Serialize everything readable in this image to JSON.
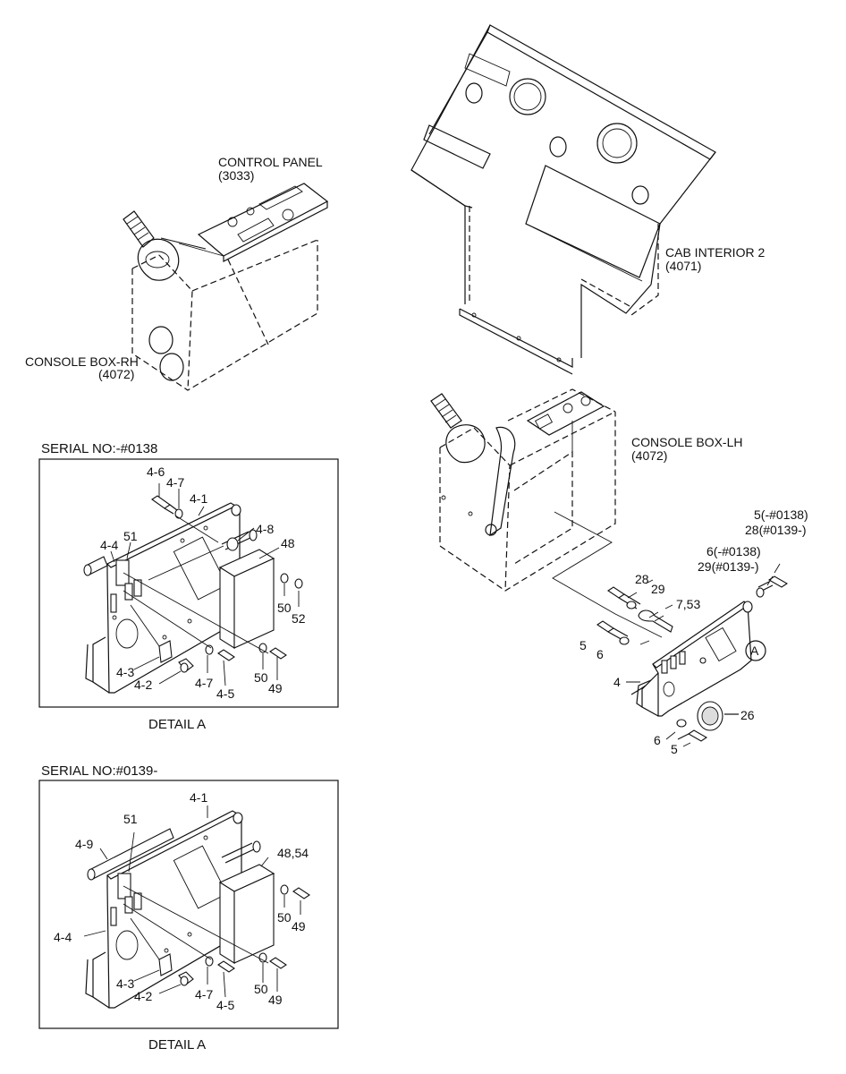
{
  "assemblies": {
    "control_panel": "CONTROL PANEL",
    "control_panel_ref": "(3033)",
    "console_box_rh": "CONSOLE BOX-RH",
    "console_box_rh_ref": "(4072)",
    "cab_interior": "CAB INTERIOR 2",
    "cab_interior_ref": "(4071)",
    "console_box_lh": "CONSOLE BOX-LH",
    "console_box_lh_ref": "(4072)"
  },
  "detail_marker": "A",
  "main_callouts": {
    "p5_top": "5(-#0138)",
    "p28_top": "28(#0139-)",
    "p6_top": "6(-#0138)",
    "p29_top": "29(#0139-)",
    "p28": "28",
    "p29": "29",
    "p7_53": "7,53",
    "p5_left": "5",
    "p6_left": "6",
    "p4": "4",
    "p26": "26",
    "p6_bottom": "6",
    "p5_bottom": "5"
  },
  "detail1": {
    "serial": "SERIAL NO:-#0138",
    "caption": "DETAIL  A",
    "labels": {
      "l4_6": "4-6",
      "l4_7_top": "4-7",
      "l4_1": "4-1",
      "l4_8": "4-8",
      "l51": "51",
      "l48": "48",
      "l4_4": "4-4",
      "l50_a": "50",
      "l52": "52",
      "l4_3": "4-3",
      "l4_2": "4-2",
      "l4_7_bottom": "4-7",
      "l4_5": "4-5",
      "l50_b": "50",
      "l49": "49"
    }
  },
  "detail2": {
    "serial": "SERIAL NO:#0139-",
    "caption": "DETAIL  A",
    "labels": {
      "l4_1": "4-1",
      "l51": "51",
      "l4_9": "4-9",
      "l48_54": "48,54",
      "l4_4": "4-4",
      "l50_a": "50",
      "l49_a": "49",
      "l4_3": "4-3",
      "l4_2": "4-2",
      "l4_7": "4-7",
      "l4_5": "4-5",
      "l50_b": "50",
      "l49_b": "49"
    }
  }
}
